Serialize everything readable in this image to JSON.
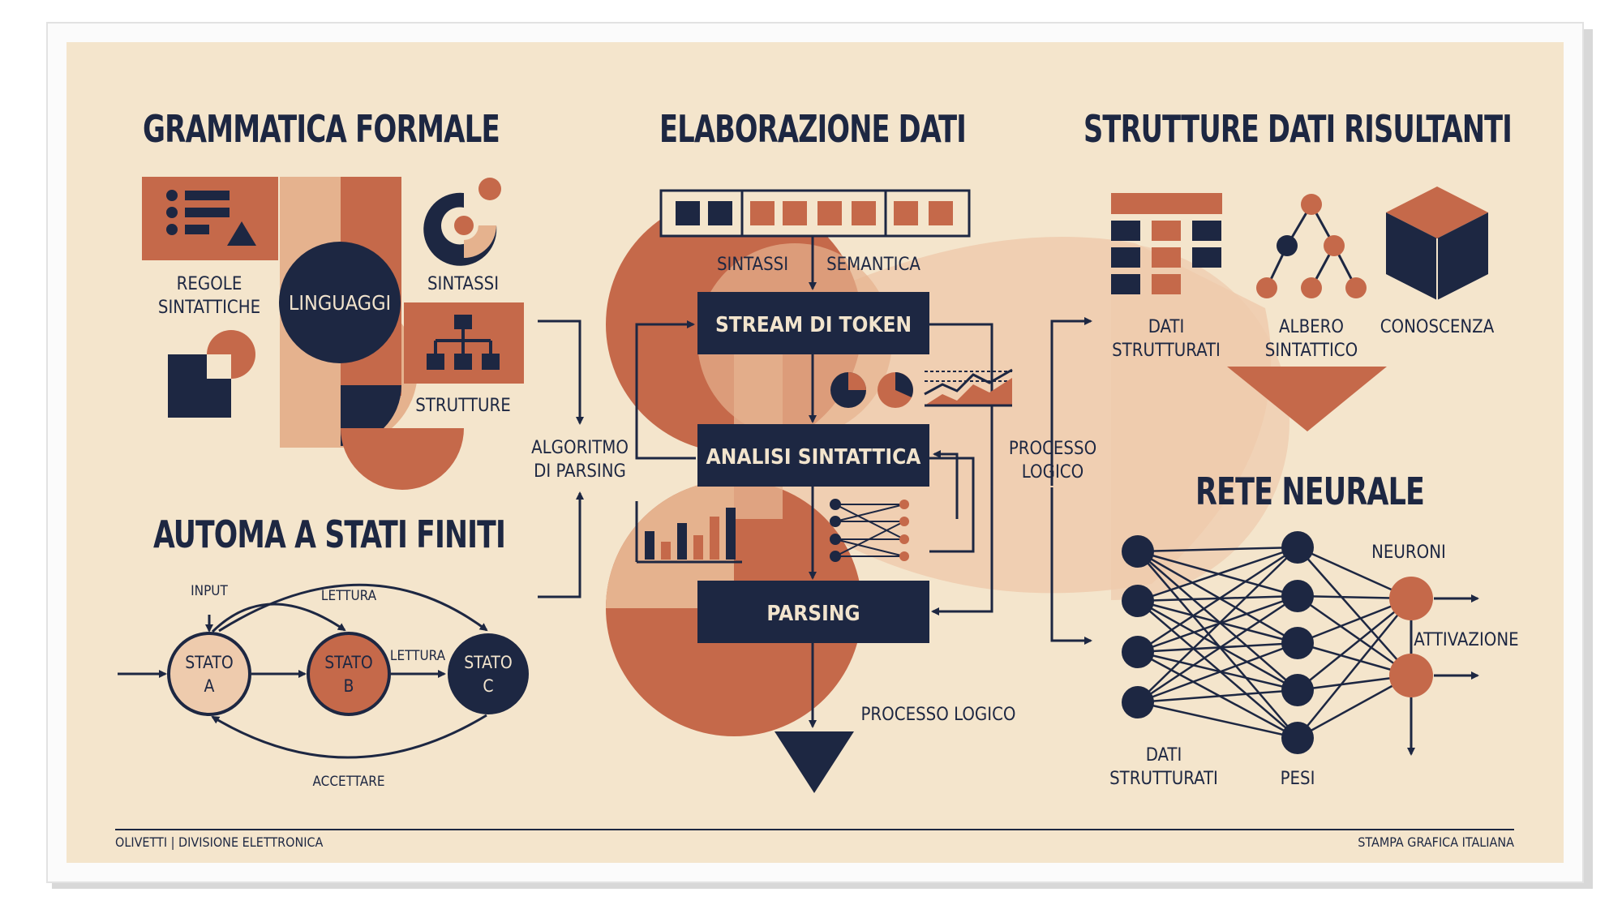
{
  "colors": {
    "paper": "#f4e5cc",
    "navy": "#1d2742",
    "rust": "#c5694a",
    "peach": "#e5b28e",
    "light_peach": "#eecbad"
  },
  "sections": {
    "grammar_title": "GRAMMATICA FORMALE",
    "processing_title": "ELABORAZIONE DATI",
    "structures_title": "STRUTTURE DATI RISULTANTI",
    "automaton_title": "AUTOMA A STATI FINITI",
    "neural_title": "RETE NEURALE"
  },
  "grammar": {
    "rules_line1": "REGOLE",
    "rules_line2": "SINTATTICHE",
    "languages": "LINGUAGGI",
    "syntax": "SINTASSI",
    "structures": "STRUTTURE"
  },
  "parsing_algorithm": {
    "line1": "ALGORITMO",
    "line2": "DI PARSING"
  },
  "automaton": {
    "input": "INPUT",
    "reading_top": "LETTURA",
    "reading_mid": "LETTURA",
    "accept": "ACCETTARE",
    "states": [
      {
        "line1": "STATO",
        "line2": "A"
      },
      {
        "line1": "STATO",
        "line2": "B"
      },
      {
        "line1": "STATO",
        "line2": "C"
      }
    ]
  },
  "processing": {
    "syntax": "SINTASSI",
    "semantics": "SEMANTICA",
    "token_stream": "STREAM DI TOKEN",
    "syntactic_analysis": "ANALISI SINTATTICA",
    "parsing": "PARSING",
    "logical_process": "PROCESSO LOGICO",
    "side_process_line1": "PROCESSO",
    "side_process_line2": "LOGICO"
  },
  "structures": {
    "structured_line1": "DATI",
    "structured_line2": "STRUTTURATI",
    "tree_line1": "ALBERO",
    "tree_line2": "SINTATTICO",
    "knowledge": "CONOSCENZA"
  },
  "neural": {
    "neurons": "NEURONI",
    "activation": "ATTIVAZIONE",
    "data_line1": "DATI",
    "data_line2": "STRUTTURATI",
    "weights": "PESI"
  },
  "footer": {
    "left": "OLIVETTI | DIVISIONE ELETTRONICA",
    "right": "STAMPA GRAFICA ITALIANA"
  }
}
